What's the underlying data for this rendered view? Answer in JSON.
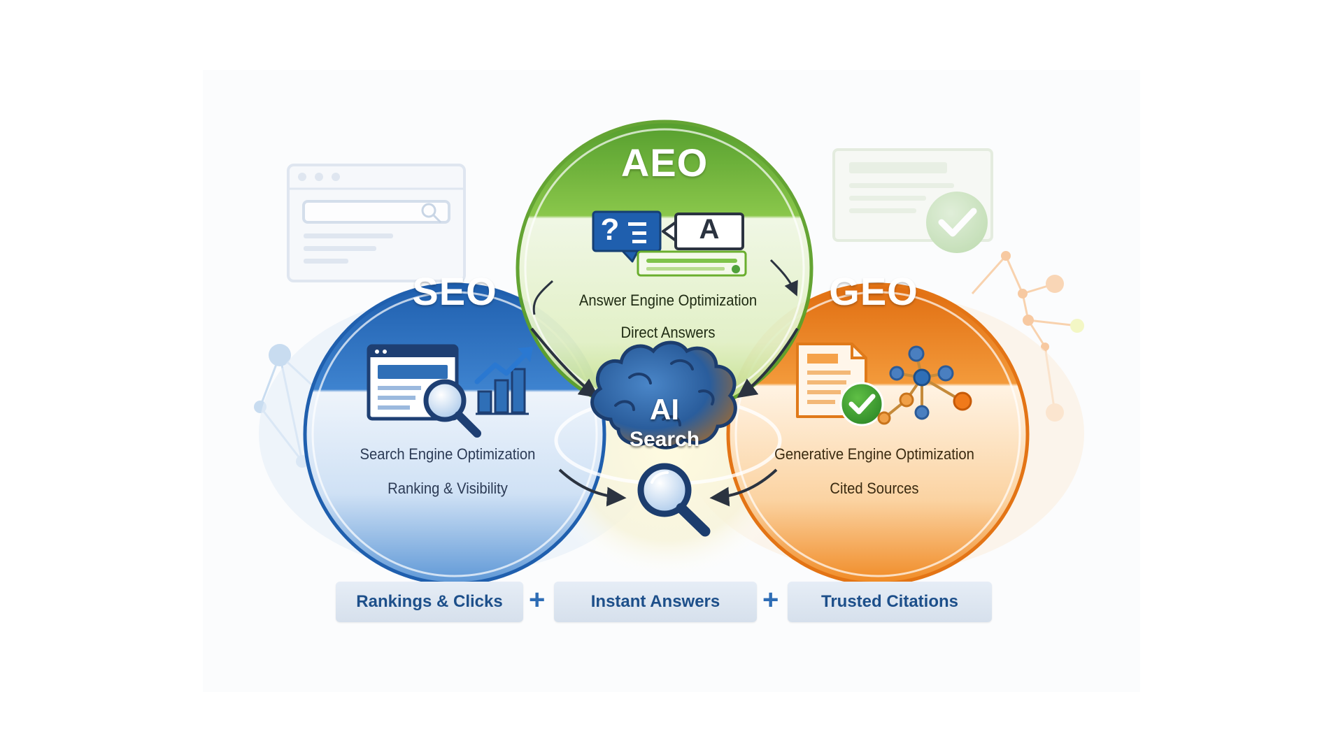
{
  "circles": {
    "seo": {
      "title": "SEO",
      "name": "Search Engine Optimization",
      "benefit": "Ranking & Visibility"
    },
    "aeo": {
      "title": "AEO",
      "name": "Answer Engine Optimization",
      "benefit": "Direct Answers",
      "question_mark": "?",
      "answer_letter": "A"
    },
    "geo": {
      "title": "GEO",
      "name": "Generative Engine Optimization",
      "benefit": "Cited Sources"
    }
  },
  "center": {
    "line1": "AI",
    "line2": "Search"
  },
  "outcomes": {
    "items": [
      "Rankings & Clicks",
      "Instant Answers",
      "Trusted Citations"
    ],
    "separator": "+"
  },
  "colors": {
    "seo": "#2f6fb7",
    "aeo": "#6aae2e",
    "geo": "#f08a24",
    "pill_text": "#1d4f8a"
  },
  "icons": [
    "browser-search-icon",
    "ranking-page-icon",
    "growth-chart-icon",
    "question-answer-icon",
    "document-check-icon",
    "network-graph-icon",
    "brain-icon",
    "magnifier-icon",
    "check-circle-icon"
  ]
}
